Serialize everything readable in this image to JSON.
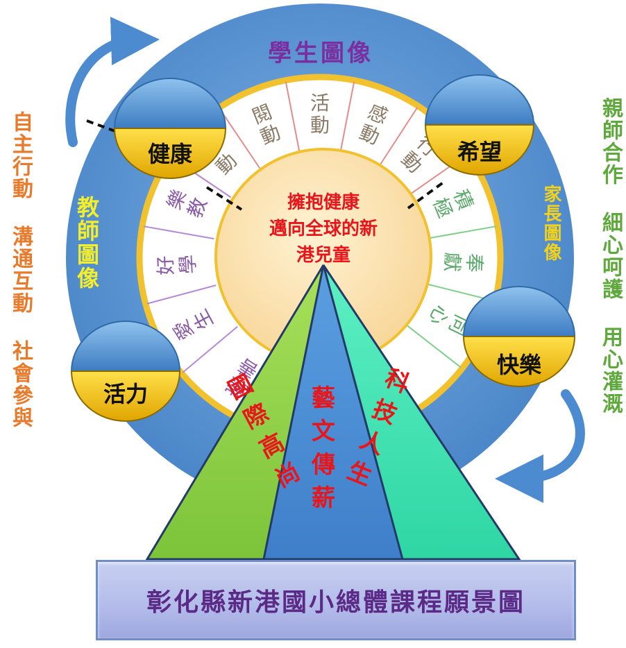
{
  "top_label": "學生圖像",
  "left_vertical": "自主行動 溝通互動 社會參與",
  "right_vertical": "親師合作 細心呵護 用心灌溉",
  "teacher_label": "教師圖像",
  "parent_label": "家長圖像",
  "center_lines": [
    "擁抱健康",
    "邁向全球的新",
    "港兒童"
  ],
  "pills": [
    "健康",
    "希望",
    "活力",
    "快樂"
  ],
  "ring_segments": [
    "舞動",
    "閱動",
    "活動",
    "感動",
    "行動",
    "積極",
    "奉獻",
    "同心",
    "崇善",
    "愛生",
    "好學",
    "樂教"
  ],
  "triangles": [
    "國際高尚",
    "藝文傳薪",
    "科技人生"
  ],
  "banner_title": "彰化縣新港國小總體課程願景圖"
}
